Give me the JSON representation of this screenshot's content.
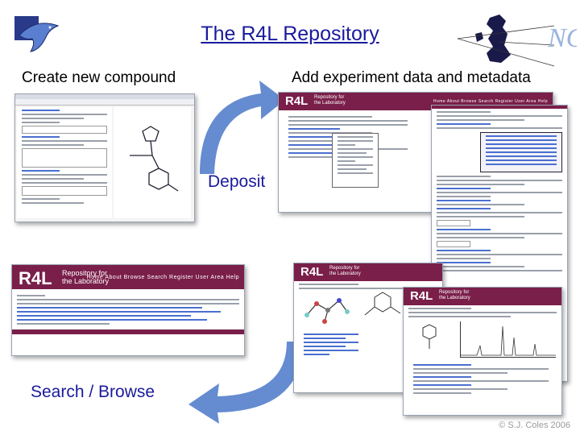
{
  "slide": {
    "title": "The R4L Repository",
    "create_label": "Create new compound",
    "add_label": "Add experiment data and metadata",
    "deposit_label": "Deposit",
    "search_label": "Search / Browse",
    "copyright": "© S.J. Coles 2006"
  },
  "r4l": {
    "logo": "R4L",
    "tagline_1": "Repository for",
    "tagline_2": "the Laboratory",
    "nav": "Home  About  Browse  Search  Register  User Area  Help"
  },
  "colors": {
    "title_blue": "#1a1a9c",
    "r4l_header": "#7a1f4a",
    "arrow_blue": "#4a78c8"
  }
}
